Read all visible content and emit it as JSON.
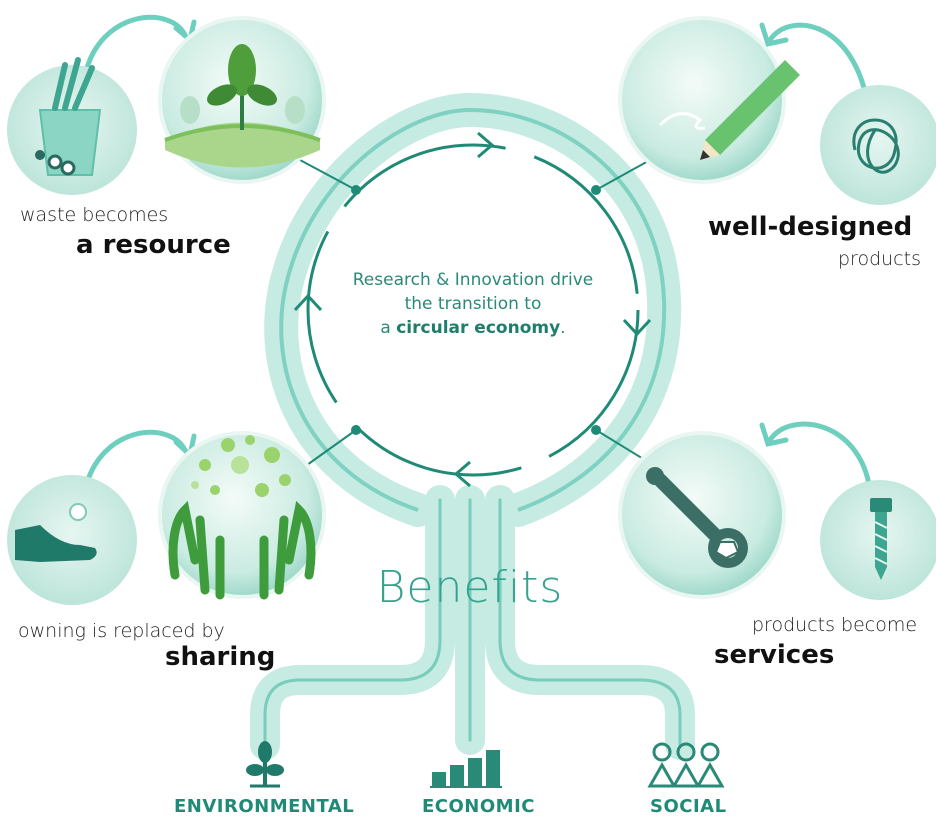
{
  "center": {
    "line1": "Research & Innovation drive",
    "line2": "the transition to",
    "line3_prefix": "a ",
    "line3_bold": "circular economy",
    "line3_suffix": "."
  },
  "waste": {
    "small": "waste becomes",
    "big": "a resource"
  },
  "designed": {
    "big": "well-designed",
    "small": "products"
  },
  "sharing": {
    "small": "owning is replaced by",
    "big": "sharing"
  },
  "services": {
    "small": "products become",
    "big": "services"
  },
  "benefits": {
    "title": "Benefits",
    "items": [
      {
        "label": "ENVIRONMENTAL",
        "icon": "plant-icon"
      },
      {
        "label": "ECONOMIC",
        "icon": "bar-chart-icon"
      },
      {
        "label": "SOCIAL",
        "icon": "people-icon"
      }
    ]
  },
  "colors": {
    "teal": "#6fcfbf",
    "teal_dark": "#2a8a78",
    "green": "#5fae3c"
  }
}
